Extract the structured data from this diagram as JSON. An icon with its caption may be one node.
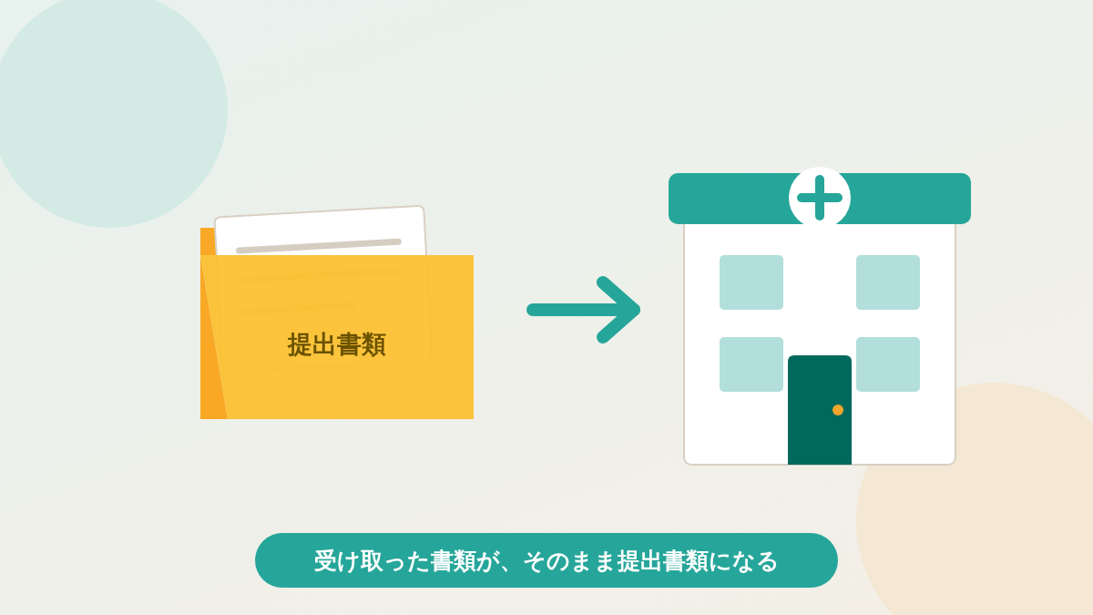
{
  "diagram": {
    "nodes": [
      {
        "text": [
          "提出書類"
        ]
      },
      {
        "text": [],
        "shape": "picture"
      },
      {
        "text": [
          "受け取った書類が、そのまま提出書類になる"
        ]
      }
    ],
    "edges": [
      {
        "from": 0,
        "to": 1,
        "arrow": "to"
      }
    ]
  }
}
